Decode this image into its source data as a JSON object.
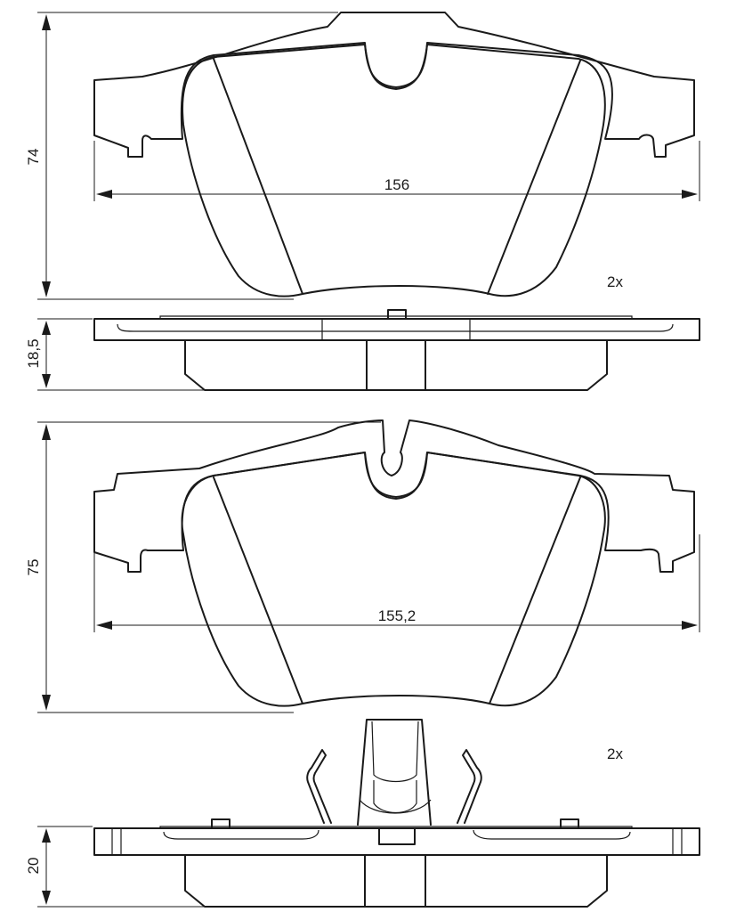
{
  "dimensions": {
    "pad1_height": "74",
    "pad1_width": "156",
    "backing1_thickness": "18,5",
    "pad2_height": "75",
    "pad2_width": "155,2",
    "backing2_thickness": "20"
  },
  "quantities": {
    "pad1_qty": "2x",
    "pad2_qty": "2x"
  }
}
